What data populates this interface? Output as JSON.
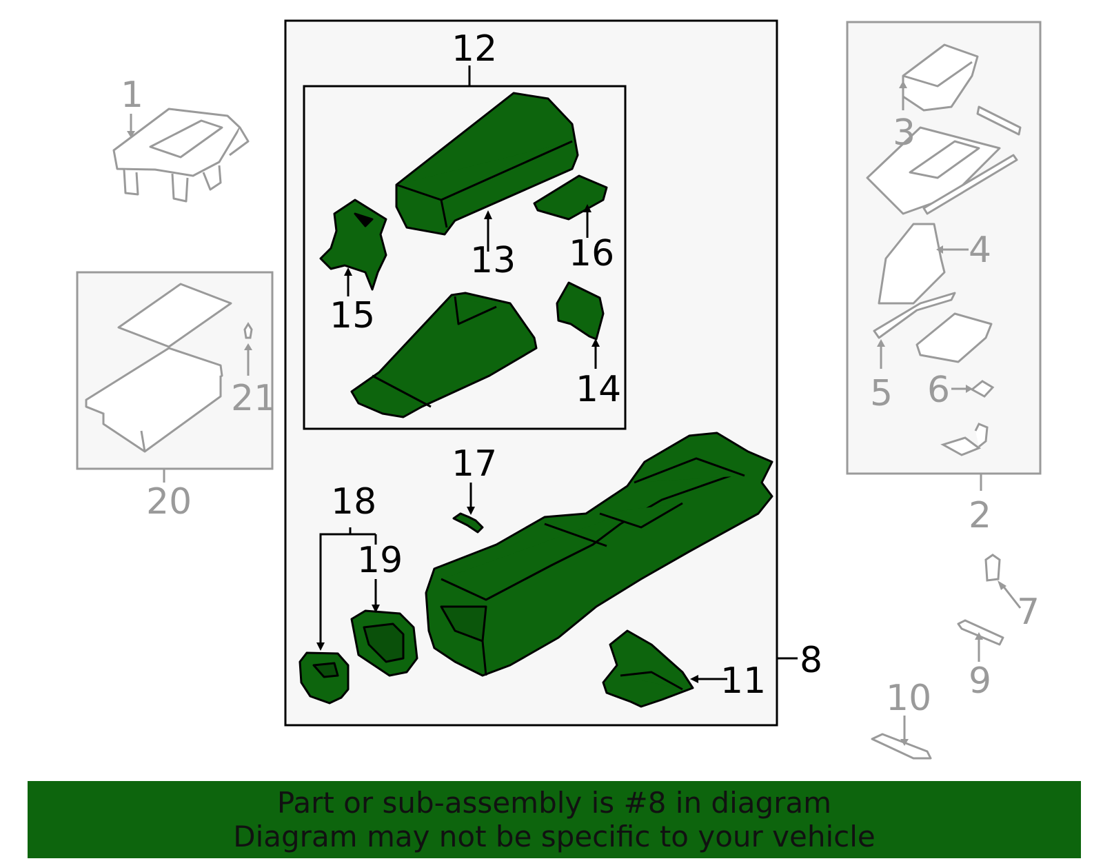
{
  "callouts": {
    "c1": "1",
    "c2": "2",
    "c3": "3",
    "c4": "4",
    "c5": "5",
    "c6": "6",
    "c7": "7",
    "c8": "8",
    "c9": "9",
    "c10": "10",
    "c11": "11",
    "c12": "12",
    "c13": "13",
    "c14": "14",
    "c15": "15",
    "c16": "16",
    "c17": "17",
    "c18": "18",
    "c19": "19",
    "c20": "20",
    "c21": "21"
  },
  "banner": {
    "line1": "Part or sub-assembly is #8 in diagram",
    "line2": "Diagram may not be specific to your vehicle"
  },
  "colors": {
    "highlight": "#0d650d",
    "outline": "#000000",
    "inactive": "#9a9a9a",
    "panel_bg": "#f7f7f7"
  }
}
